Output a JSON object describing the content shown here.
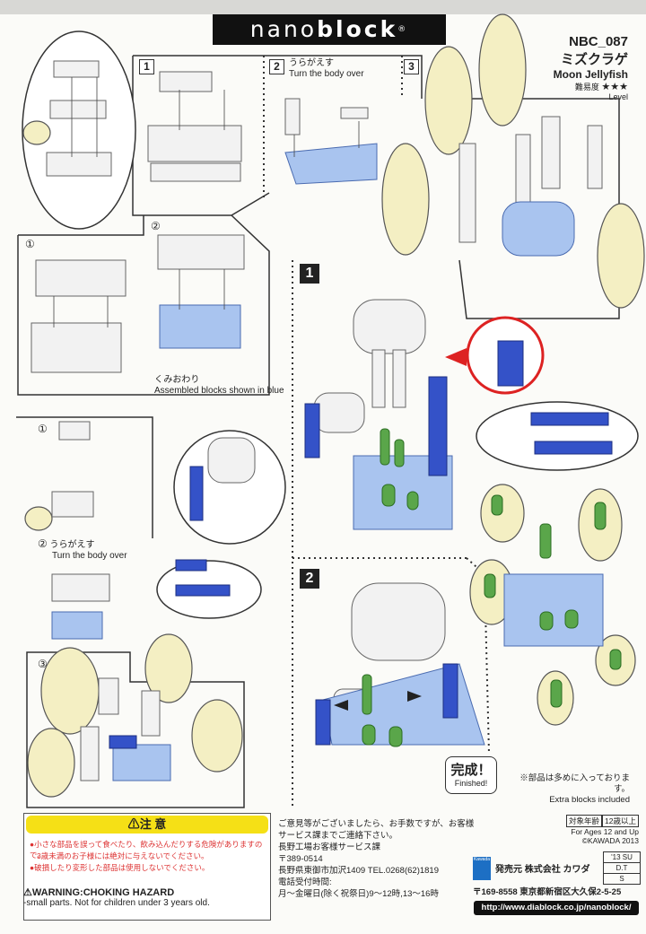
{
  "header": {
    "brand_thin": "nano",
    "brand_bold": "block",
    "registered": "®",
    "product_code": "NBC_087",
    "product_name_jp": "ミズクラゲ",
    "product_name_en": "Moon Jellyfish",
    "difficulty_jp": "難易度",
    "difficulty_en": "Level",
    "difficulty_stars": "★★★"
  },
  "steps": {
    "sub_1": "1",
    "sub_2": "2",
    "sub_3": "3",
    "main_1": "1",
    "main_2": "2"
  },
  "notes": {
    "turn_over_jp": "うらがえす",
    "turn_over_en": "Turn the body over",
    "circled_1": "①",
    "circled_2": "②",
    "circled_3": "③",
    "assembled_jp": "くみおわり",
    "assembled_en": "Assembled blocks shown in blue",
    "finished_jp": "完成！",
    "finished_en": "Finished!",
    "extra_jp": "※部品は多めに入っております。",
    "extra_en": "Extra blocks included"
  },
  "footer": {
    "caution_title": "注 意",
    "caution_1": "●小さな部品を誤って食べたり、飲み込んだりする危険がありますので、",
    "caution_2": "3歳未満のお子様には絶対に与えないでください。",
    "caution_3": "●破損したり変形した部品は使用しないでください。",
    "choking_title": "WARNING:CHOKING HAZARD",
    "choking_detail": "-small parts.   Not for children under 3 years old.",
    "info_1": "ご意見等がございましたら、お手数ですが、お客様",
    "info_2": "サービス課までご連絡下さい。",
    "info_3": "長野工場お客様サービス課",
    "info_4": "〒389-0514",
    "info_5": "長野県東御市加沢1409   TEL.0268(62)1819",
    "info_6": "電話受付時間:",
    "info_7": "月〜金曜日(除く祝祭日)9〜12時,13〜16時",
    "age_label_jp": "対象年齢",
    "age_value_jp": "12歳以上",
    "age_en": "For Ages 12 and Up",
    "copyright": "©KAWADA 2013",
    "code_1": "'13 SU",
    "code_2": "D.T",
    "code_3": "S",
    "kawada_logo": "Kawada",
    "maker": "発売元   株式会社 カワダ",
    "address": "〒169-8558 東京都新宿区大久保2-5-25",
    "url": "http://www.diablock.co.jp/nanoblock/"
  }
}
